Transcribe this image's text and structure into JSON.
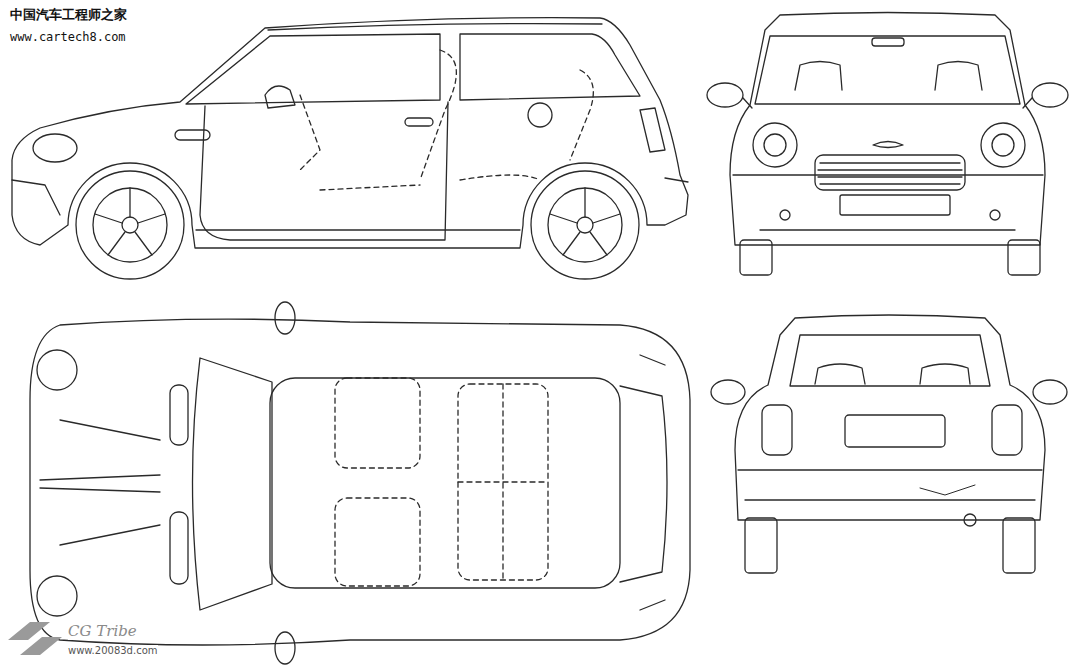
{
  "diagram": {
    "labels": [
      "中国汽车工程师之家",
      "www.cartech8.com",
      "CG Tribe",
      "www.20083d.com"
    ]
  }
}
